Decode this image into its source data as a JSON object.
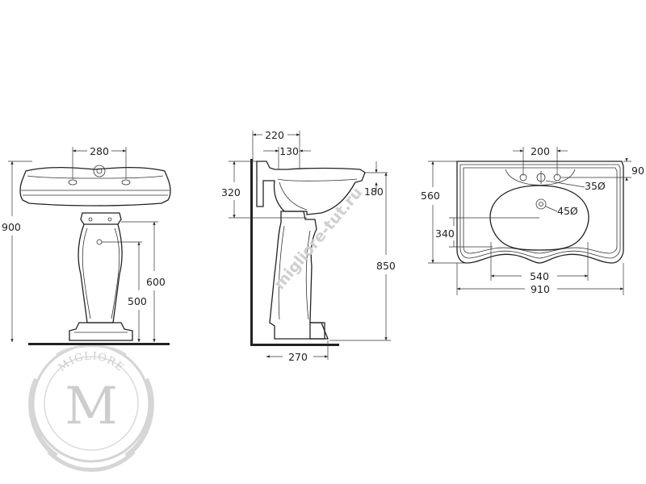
{
  "front_view": {
    "width_taps": "280",
    "height_total": "900",
    "height_pedestal": "600",
    "height_outlet": "500"
  },
  "side_view": {
    "depth_total": "220",
    "depth_tap": "130",
    "height_bowl": "320",
    "height_rim": "180",
    "height_rim_floor": "850",
    "depth_base": "270"
  },
  "top_view": {
    "tap_spacing": "200",
    "tap_offset": "90",
    "depth": "560",
    "tap_hole": "35Ø",
    "drain_hole": "45Ø",
    "bowl_depth": "340",
    "bowl_width": "540",
    "total_width": "910"
  },
  "watermark": {
    "site": "migliore-tut.ru",
    "brand": "MIGLIORE",
    "monogram": "M"
  },
  "colors": {
    "line": "#222222",
    "watermark": "#c8c8c8"
  }
}
